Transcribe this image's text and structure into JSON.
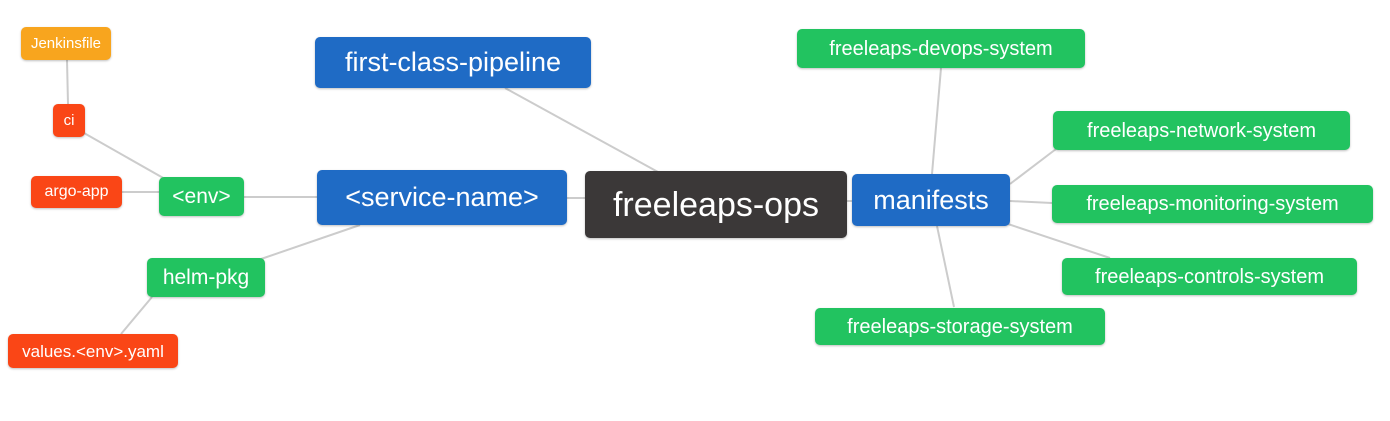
{
  "diagram": {
    "type": "mindmap",
    "root": "freeleaps-ops",
    "palette": {
      "blue": "#1f6bc5",
      "green": "#22c360",
      "orange": "#f8a51e",
      "red": "#fa4616",
      "dark": "#3b3838",
      "edge": "#cccccc",
      "background": "#ffffff",
      "text": "#ffffff"
    },
    "nodes": [
      {
        "id": "jenkinsfile",
        "label": "Jenkinsfile",
        "color": "orange"
      },
      {
        "id": "ci",
        "label": "ci",
        "color": "red"
      },
      {
        "id": "argo-app",
        "label": "argo-app",
        "color": "red"
      },
      {
        "id": "env",
        "label": "<env>",
        "color": "green"
      },
      {
        "id": "helm-pkg",
        "label": "helm-pkg",
        "color": "green"
      },
      {
        "id": "values-env-yaml",
        "label": "values.<env>.yaml",
        "color": "red"
      },
      {
        "id": "first-class-pipeline",
        "label": "first-class-pipeline",
        "color": "blue"
      },
      {
        "id": "service-name",
        "label": "<service-name>",
        "color": "blue"
      },
      {
        "id": "freeleaps-ops",
        "label": "freeleaps-ops",
        "color": "dark"
      },
      {
        "id": "manifests",
        "label": "manifests",
        "color": "blue"
      },
      {
        "id": "devops-system",
        "label": "freeleaps-devops-system",
        "color": "green"
      },
      {
        "id": "network-system",
        "label": "freeleaps-network-system",
        "color": "green"
      },
      {
        "id": "monitoring-system",
        "label": "freeleaps-monitoring-system",
        "color": "green"
      },
      {
        "id": "controls-system",
        "label": "freeleaps-controls-system",
        "color": "green"
      },
      {
        "id": "storage-system",
        "label": "freeleaps-storage-system",
        "color": "green"
      }
    ],
    "edges": [
      {
        "from": "freeleaps-ops",
        "to": "first-class-pipeline"
      },
      {
        "from": "freeleaps-ops",
        "to": "service-name"
      },
      {
        "from": "freeleaps-ops",
        "to": "manifests"
      },
      {
        "from": "service-name",
        "to": "env"
      },
      {
        "from": "service-name",
        "to": "helm-pkg"
      },
      {
        "from": "env",
        "to": "ci"
      },
      {
        "from": "env",
        "to": "argo-app"
      },
      {
        "from": "ci",
        "to": "jenkinsfile"
      },
      {
        "from": "helm-pkg",
        "to": "values-env-yaml"
      },
      {
        "from": "manifests",
        "to": "devops-system"
      },
      {
        "from": "manifests",
        "to": "network-system"
      },
      {
        "from": "manifests",
        "to": "monitoring-system"
      },
      {
        "from": "manifests",
        "to": "controls-system"
      },
      {
        "from": "manifests",
        "to": "storage-system"
      }
    ]
  }
}
